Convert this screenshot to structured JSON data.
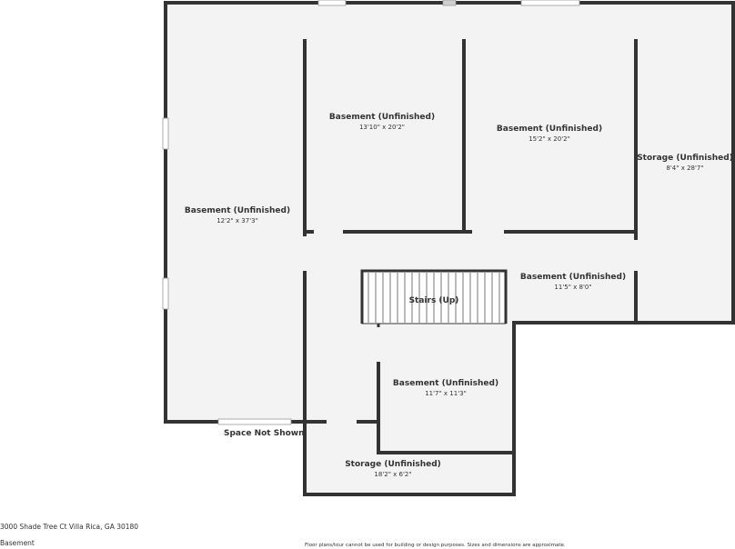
{
  "rooms": [
    {
      "name": "Basement (Unfinished)",
      "dims": "12'2\" x 37'3\""
    },
    {
      "name": "Basement (Unfinished)",
      "dims": "13'10\" x 20'2\""
    },
    {
      "name": "Basement (Unfinished)",
      "dims": "15'2\" x 20'2\""
    },
    {
      "name": "Storage (Unfinished)",
      "dims": "8'4\" x 28'7\""
    },
    {
      "name": "Basement (Unfinished)",
      "dims": "11'5\" x 8'0\""
    },
    {
      "name": "Stairs (Up)",
      "dims": ""
    },
    {
      "name": "Basement (Unfinished)",
      "dims": "11'7\" x 11'3\""
    },
    {
      "name": "Storage (Unfinished)",
      "dims": "18'2\" x 6'2\""
    }
  ],
  "space_not_shown": "Space Not Shown",
  "footer": {
    "address": "3000 Shade Tree Ct Villa Rica, GA 30180",
    "level": "Basement",
    "disclaimer": "Floor plans/tour cannot be used for building or design purposes. Sizes and dimensions are approximate."
  },
  "colors": {
    "wall": "#333333",
    "floor": "#f3f3f3",
    "window": "#cfcfcf",
    "text": "#333333"
  }
}
